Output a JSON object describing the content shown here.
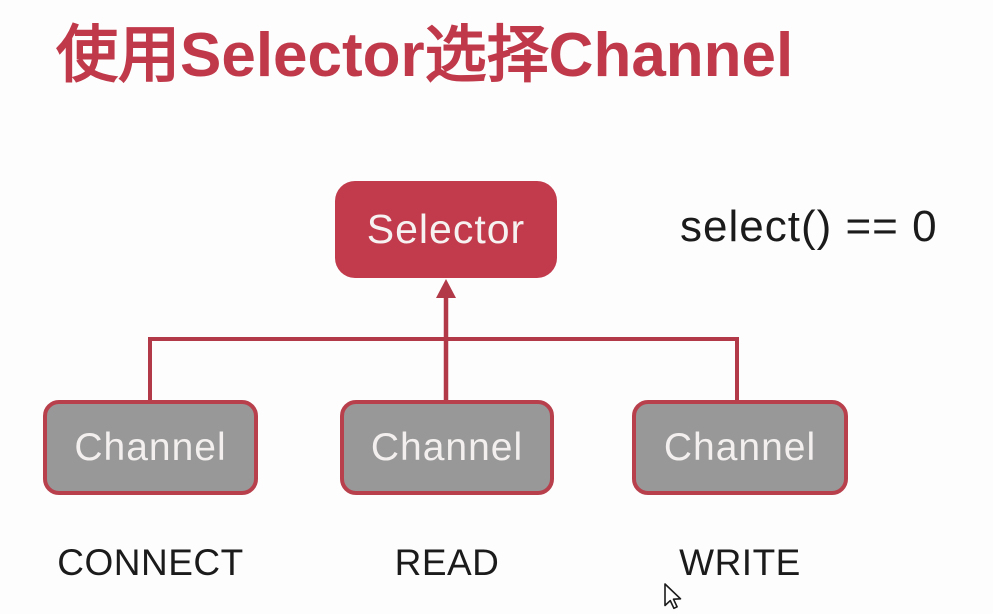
{
  "title": "使用Selector选择Channel",
  "annotation": "select() == 0",
  "diagram": {
    "selector_label": "Selector",
    "channels": [
      {
        "label": "Channel",
        "operation": "CONNECT"
      },
      {
        "label": "Channel",
        "operation": "READ"
      },
      {
        "label": "Channel",
        "operation": "WRITE"
      }
    ]
  },
  "icons": {
    "mouse_cursor": "arrow-pointer",
    "arrow_up": "up-arrowhead"
  },
  "colors": {
    "background": "#fdfdfd",
    "title_text": "#c0394a",
    "selector_fill": "#c23b4c",
    "selector_text": "#f6f2f1",
    "channel_fill": "#989898",
    "channel_border": "#b8404c",
    "channel_text": "#f2efee",
    "connector": "#b23a48",
    "label_text": "#1b1b1b"
  }
}
